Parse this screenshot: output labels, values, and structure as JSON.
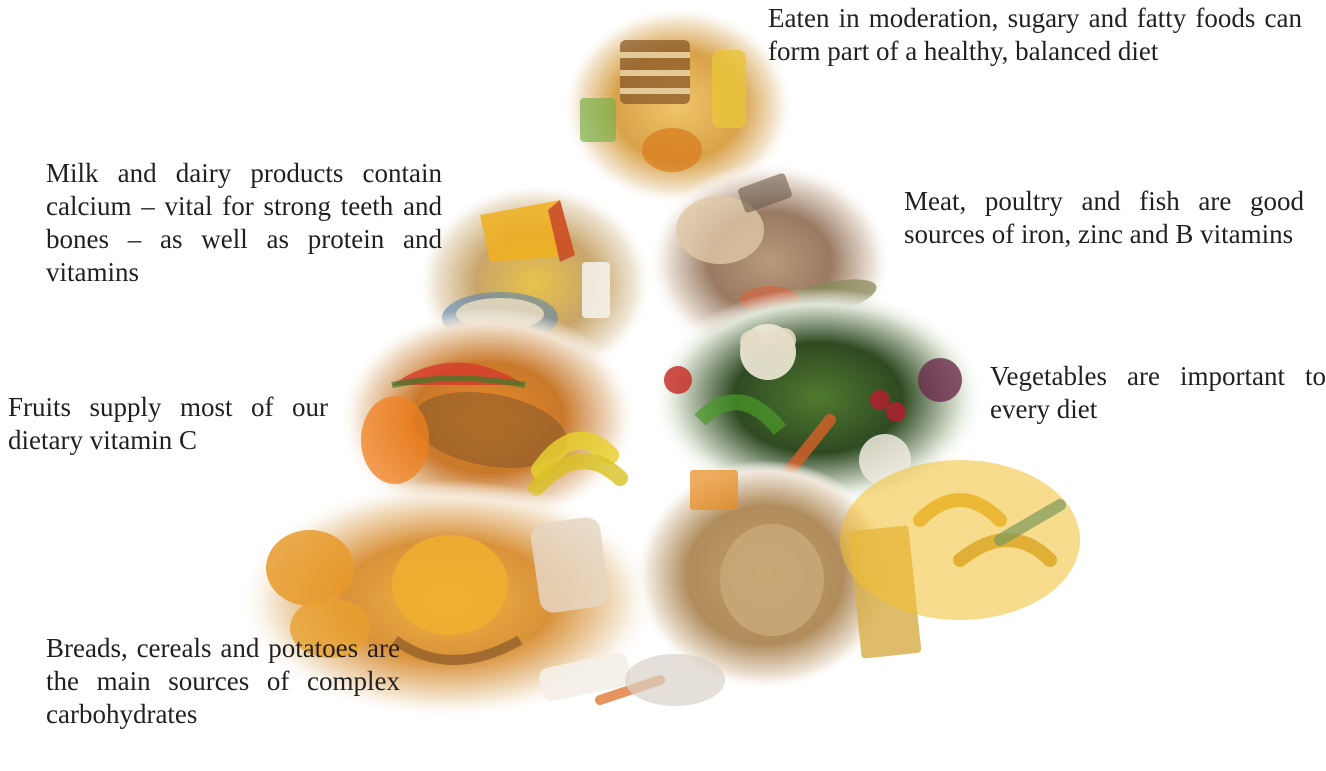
{
  "captions": {
    "sugary_fatty": "Eaten in moderation, sugary and fatty foods can form part of a healthy, balanced diet",
    "dairy": "Milk and dairy products contain calcium – vital for strong teeth and bones – as well as protein and vitamins",
    "meat": "Meat, poultry and fish are good sources of iron, zinc and B vitamins",
    "vegetables": "Vegetables are important to every diet",
    "fruits": "Fruits supply most of our dietary vitamin C",
    "breads": "Breads, cereals and potatoes are the main sources of complex carbohydrates"
  },
  "colors": {
    "text": "#231f20",
    "background": "#ffffff"
  }
}
